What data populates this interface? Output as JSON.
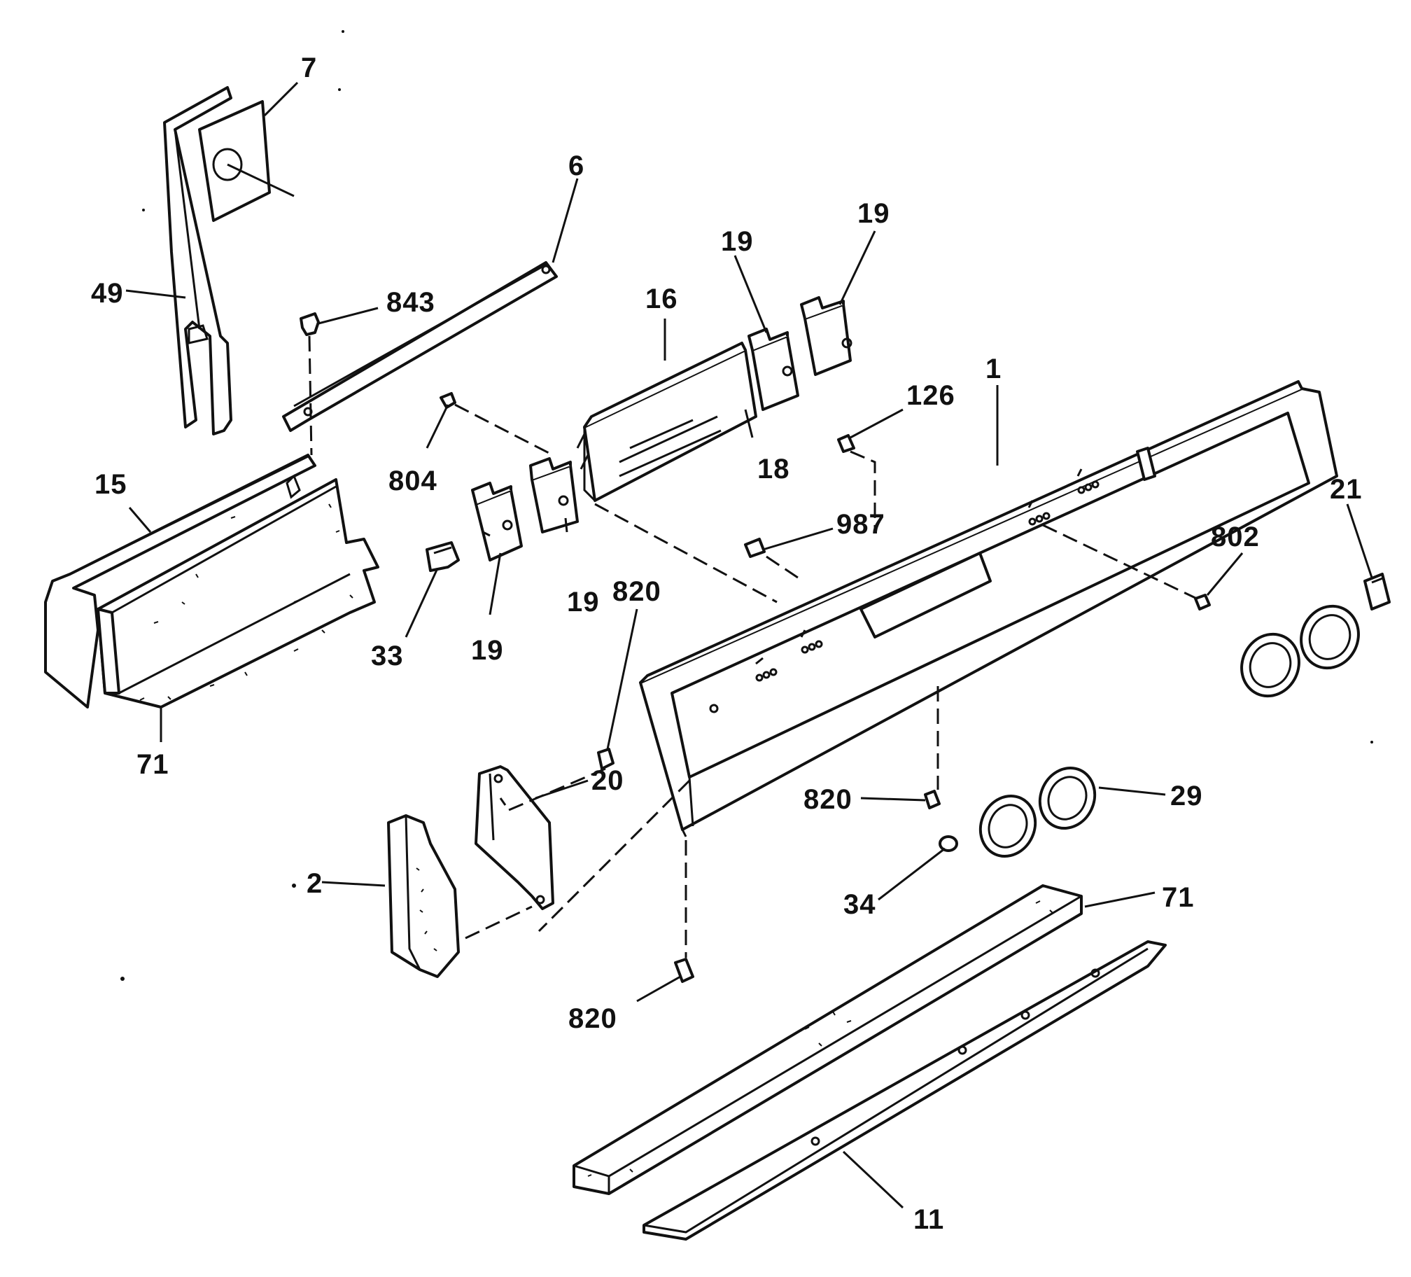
{
  "diagram": {
    "callouts": [
      {
        "id": "c7",
        "label": "7"
      },
      {
        "id": "c6",
        "label": "6"
      },
      {
        "id": "c49",
        "label": "49"
      },
      {
        "id": "c843",
        "label": "843"
      },
      {
        "id": "c16",
        "label": "16"
      },
      {
        "id": "c19a",
        "label": "19"
      },
      {
        "id": "c19b",
        "label": "19"
      },
      {
        "id": "c19c",
        "label": "19"
      },
      {
        "id": "c19d",
        "label": "19"
      },
      {
        "id": "c126",
        "label": "126"
      },
      {
        "id": "c1",
        "label": "1"
      },
      {
        "id": "c18",
        "label": "18"
      },
      {
        "id": "c804",
        "label": "804"
      },
      {
        "id": "c15",
        "label": "15"
      },
      {
        "id": "c21",
        "label": "21"
      },
      {
        "id": "c987",
        "label": "987"
      },
      {
        "id": "c802",
        "label": "802"
      },
      {
        "id": "c820a",
        "label": "820"
      },
      {
        "id": "c33",
        "label": "33"
      },
      {
        "id": "c71a",
        "label": "71"
      },
      {
        "id": "c20",
        "label": "20"
      },
      {
        "id": "c820b",
        "label": "820"
      },
      {
        "id": "c29",
        "label": "29"
      },
      {
        "id": "c2",
        "label": "2"
      },
      {
        "id": "c34",
        "label": "34"
      },
      {
        "id": "c71b",
        "label": "71"
      },
      {
        "id": "c820c",
        "label": "820"
      },
      {
        "id": "c11",
        "label": "11"
      }
    ]
  }
}
